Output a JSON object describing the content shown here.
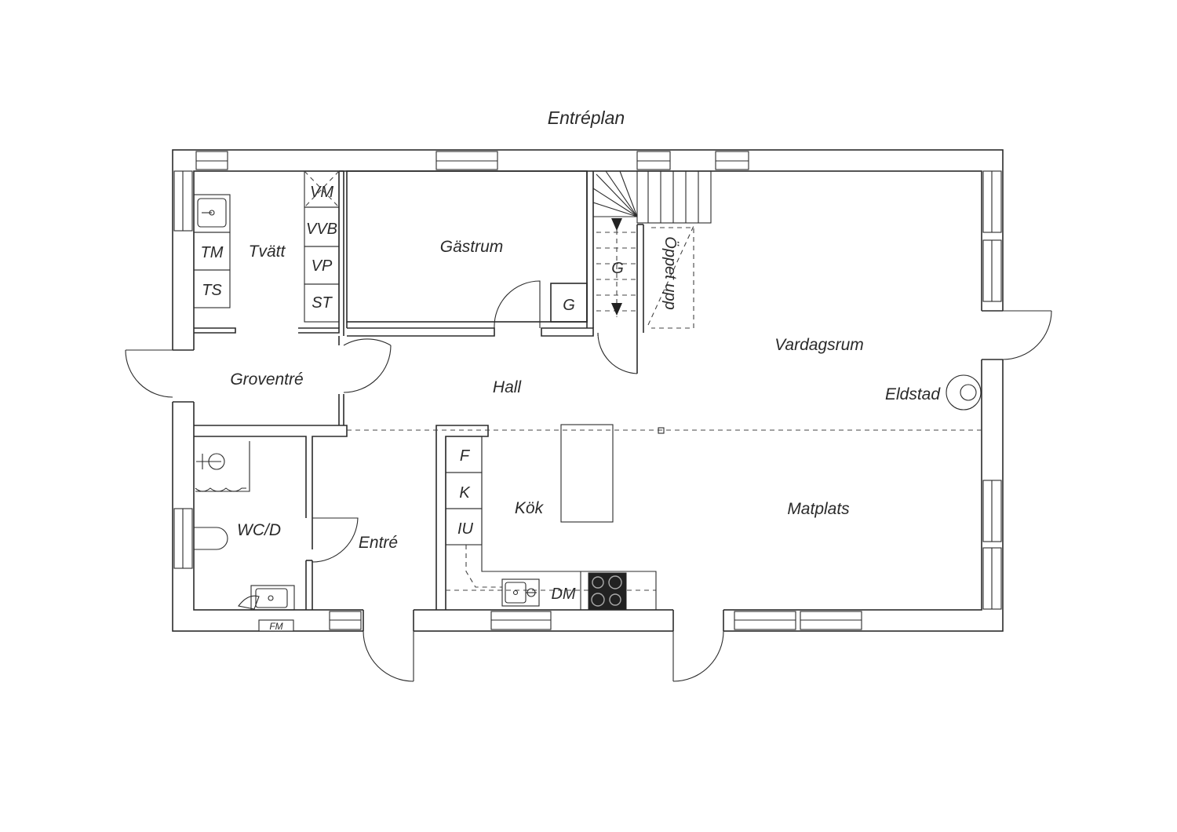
{
  "title": "Entréplan",
  "rooms": {
    "tvatt": "Tvätt",
    "gastrum": "Gästrum",
    "vardagsrum": "Vardagsrum",
    "groventre": "Groventré",
    "hall": "Hall",
    "wcd": "WC/D",
    "entre": "Entré",
    "kok": "Kök",
    "matplats": "Matplats",
    "eldstad": "Eldstad"
  },
  "fixtures": {
    "vm": "VM",
    "vvb": "VVB",
    "vp": "VP",
    "st": "ST",
    "tm": "TM",
    "ts": "TS",
    "g_closet": "G",
    "g_stair": "G",
    "oppet_upp": "Öppet upp",
    "f": "F",
    "k": "K",
    "iu": "IU",
    "dm": "DM",
    "fm": "FM"
  }
}
